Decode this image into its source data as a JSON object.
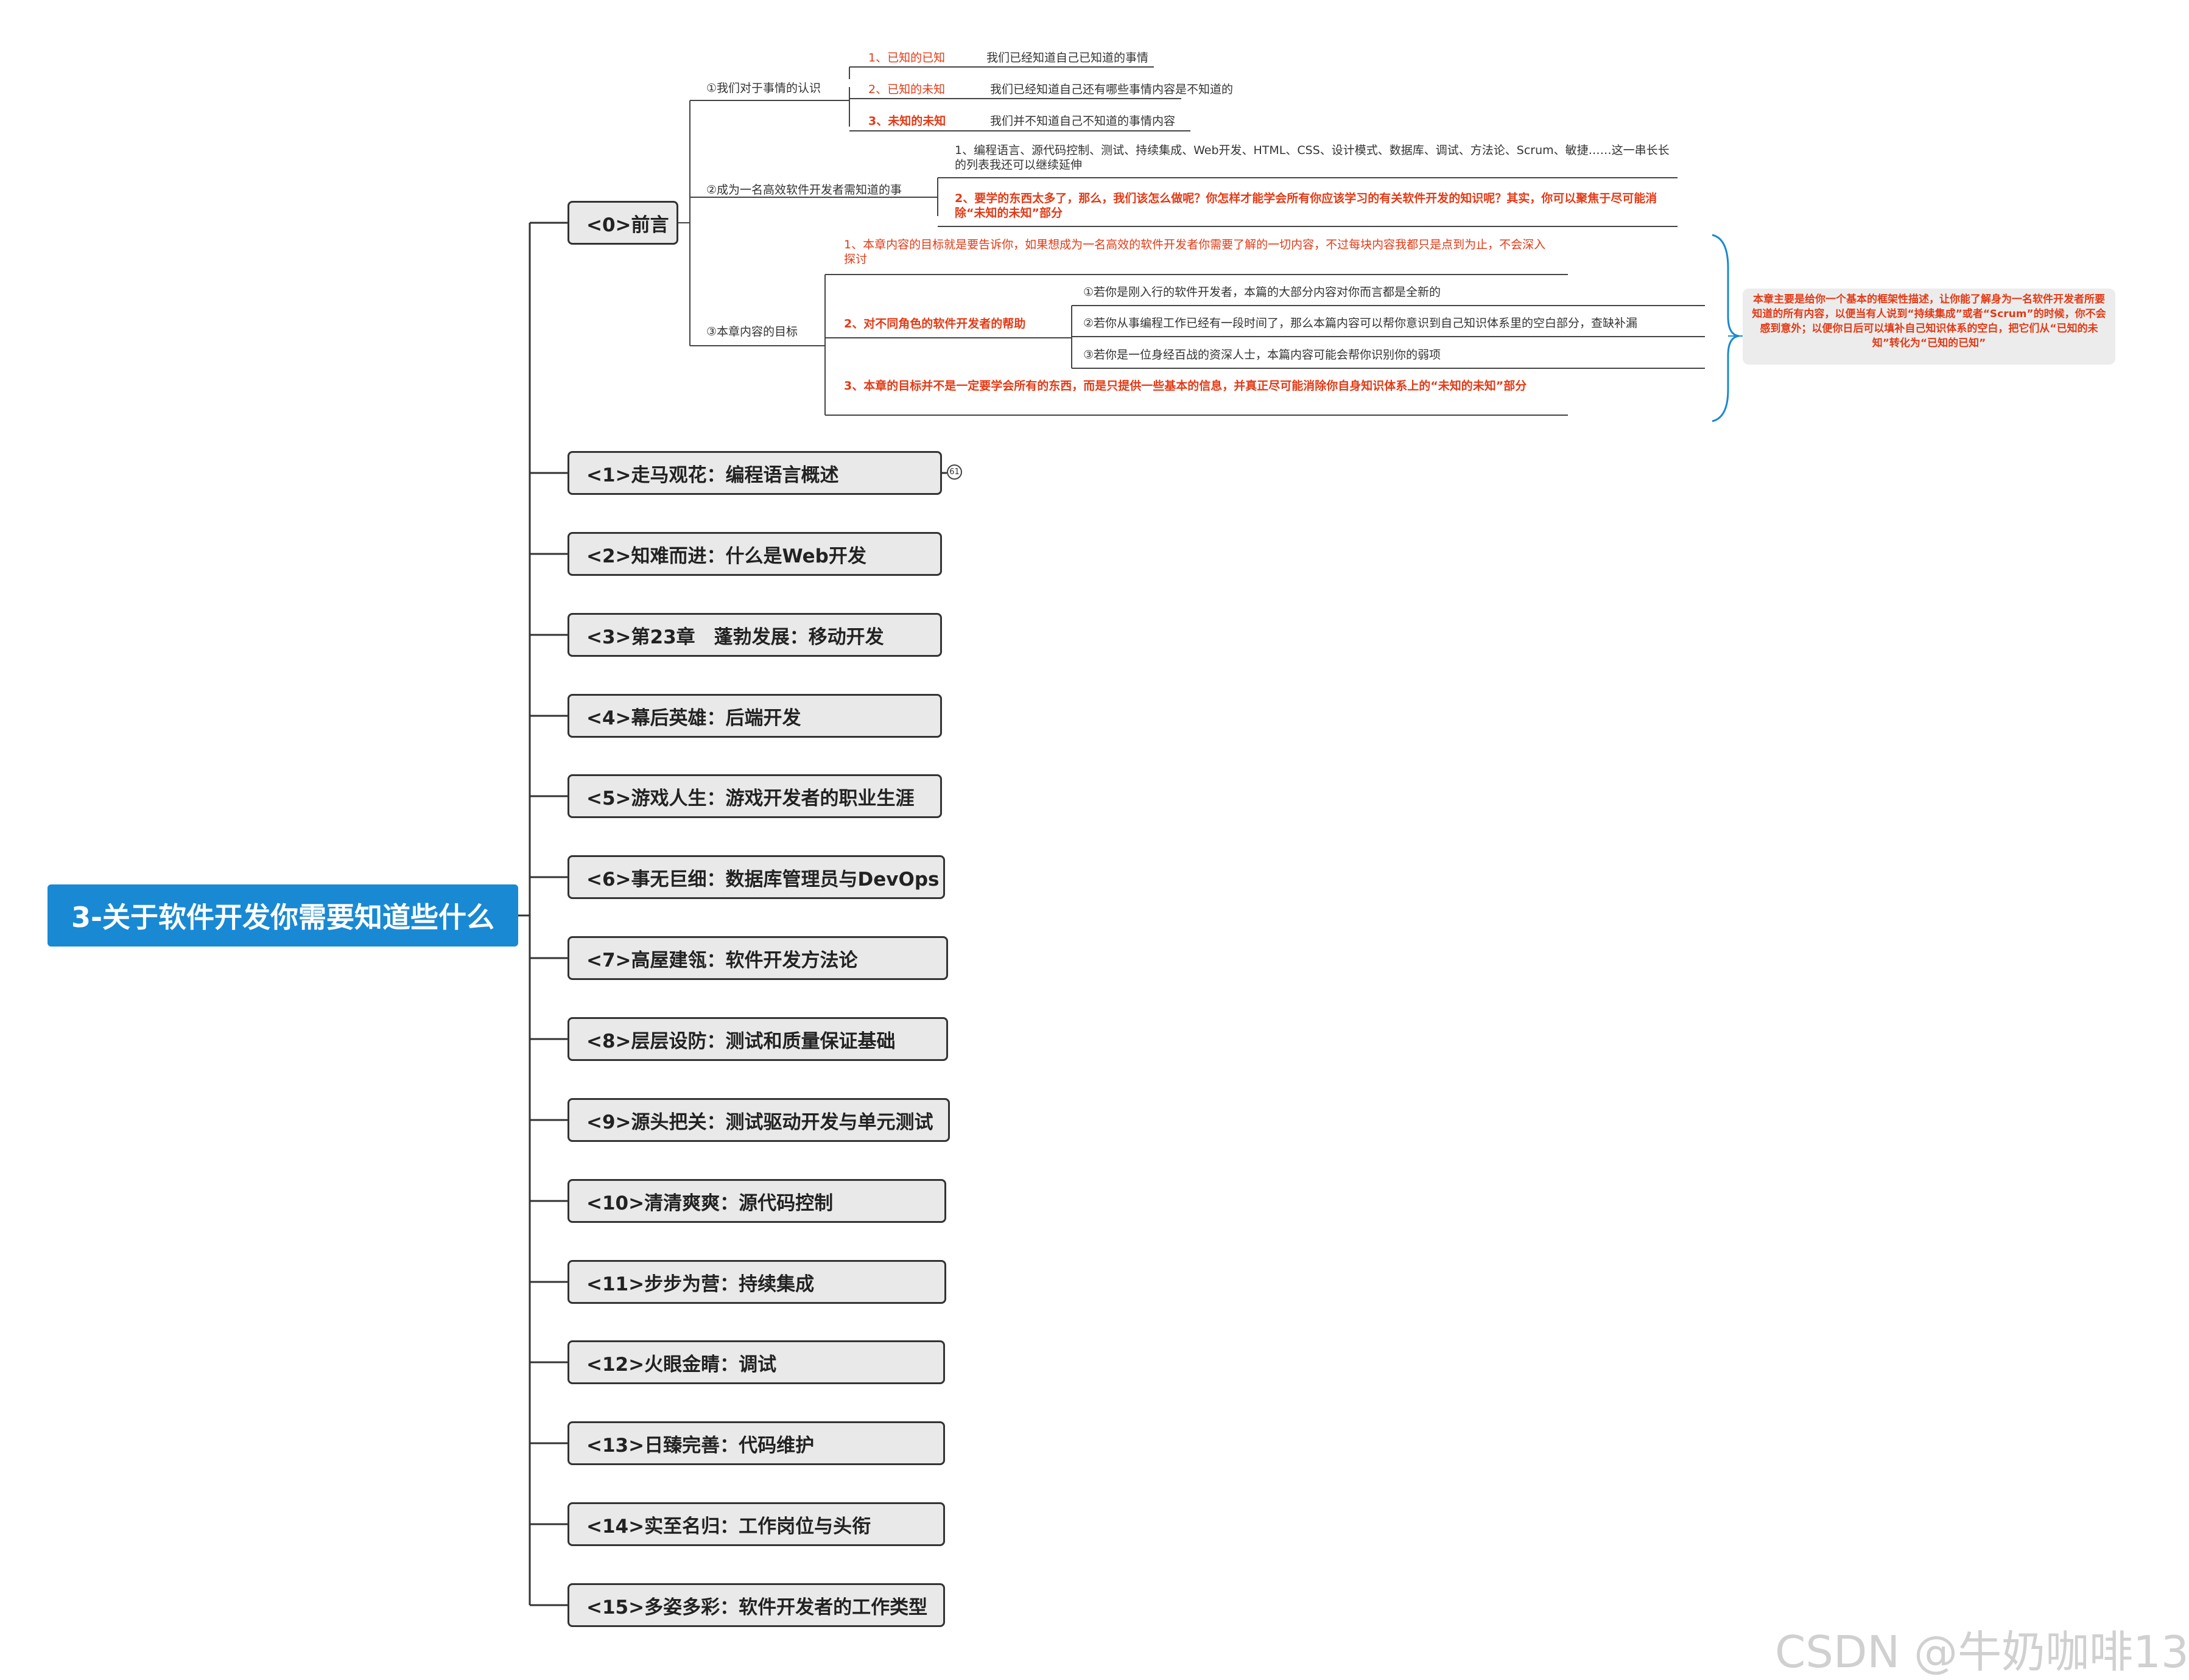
{
  "root": {
    "title": "3-关于软件开发你需要知道些什么"
  },
  "chapters": [
    "<0>前言",
    "<1>走马观花：编程语言概述",
    "<2>知难而进：什么是Web开发",
    "<3>第23章　蓬勃发展：移动开发",
    "<4>幕后英雄：后端开发",
    "<5>游戏人生：游戏开发者的职业生涯",
    "<6>事无巨细：数据库管理员与DevOps",
    "<7>高屋建瓴：软件开发方法论",
    "<8>层层设防：测试和质量保证基础",
    "<9>源头把关：测试驱动开发与单元测试",
    "<10>清清爽爽：源代码控制",
    "<11>步步为营：持续集成",
    "<12>火眼金睛：调试",
    "<13>日臻完善：代码维护",
    "<14>实至名归：工作岗位与头衔",
    "<15>多姿多彩：软件开发者的工作类型"
  ],
  "collapsed_badge": "61",
  "preface": {
    "topics": [
      {
        "label": "①我们对于事情的认识",
        "items": [
          {
            "term": "1、已知的已知",
            "desc": "我们已经知道自己已知道的事情"
          },
          {
            "term": "2、已知的未知",
            "desc": "我们已经知道自己还有哪些事情内容是不知道的"
          },
          {
            "term": "3、未知的未知",
            "desc": "我们并不知道自己不知道的事情内容"
          }
        ]
      },
      {
        "label": "②成为一名高效软件开发者需知道的事",
        "items": [
          "1、编程语言、源代码控制、测试、持续集成、Web开发、HTML、CSS、设计模式、数据库、调试、方法论、Scrum、敏捷……这一串长长的列表我还可以继续延伸",
          "2、要学的东西太多了，那么，我们该怎么做呢？你怎样才能学会所有你应该学习的有关软件开发的知识呢？其实，你可以聚焦于尽可能消除“未知的未知”部分"
        ]
      },
      {
        "label": "③本章内容的目标",
        "goal1": "1、本章内容的目标就是要告诉你，如果想成为一名高效的软件开发者你需要了解的一切内容，不过每块内容我都只是点到为止，不会深入探讨",
        "goal2": {
          "label": "2、对不同角色的软件开发者的帮助",
          "items": [
            "①若你是刚入行的软件开发者，本篇的大部分内容对你而言都是全新的",
            "②若你从事编程工作已经有一段时间了，那么本篇内容可以帮你意识到自己知识体系里的空白部分，查缺补漏",
            "③若你是一位身经百战的资深人士，本篇内容可能会帮你识别你的弱项"
          ]
        },
        "goal3": "3、本章的目标并不是一定要学会所有的东西，而是只提供一些基本的信息，并真正尽可能消除你自身知识体系上的“未知的未知”部分"
      }
    ],
    "summary": "本章主要是给你一个基本的框架性描述，让你能了解身为一名软件开发者所要知道的所有内容，以便当有人说到“持续集成”或者“Scrum”的时候，你不会感到意外；以便你日后可以填补自己知识体系的空白，把它们从“已知的未知”转化为“已知的已知”"
  },
  "watermark": "CSDN @牛奶咖啡13",
  "colors": {
    "root_bg": "#1989d3",
    "node_bg": "#e9e9e9",
    "emphasis": "#e23a16",
    "brace": "#1989d3"
  }
}
